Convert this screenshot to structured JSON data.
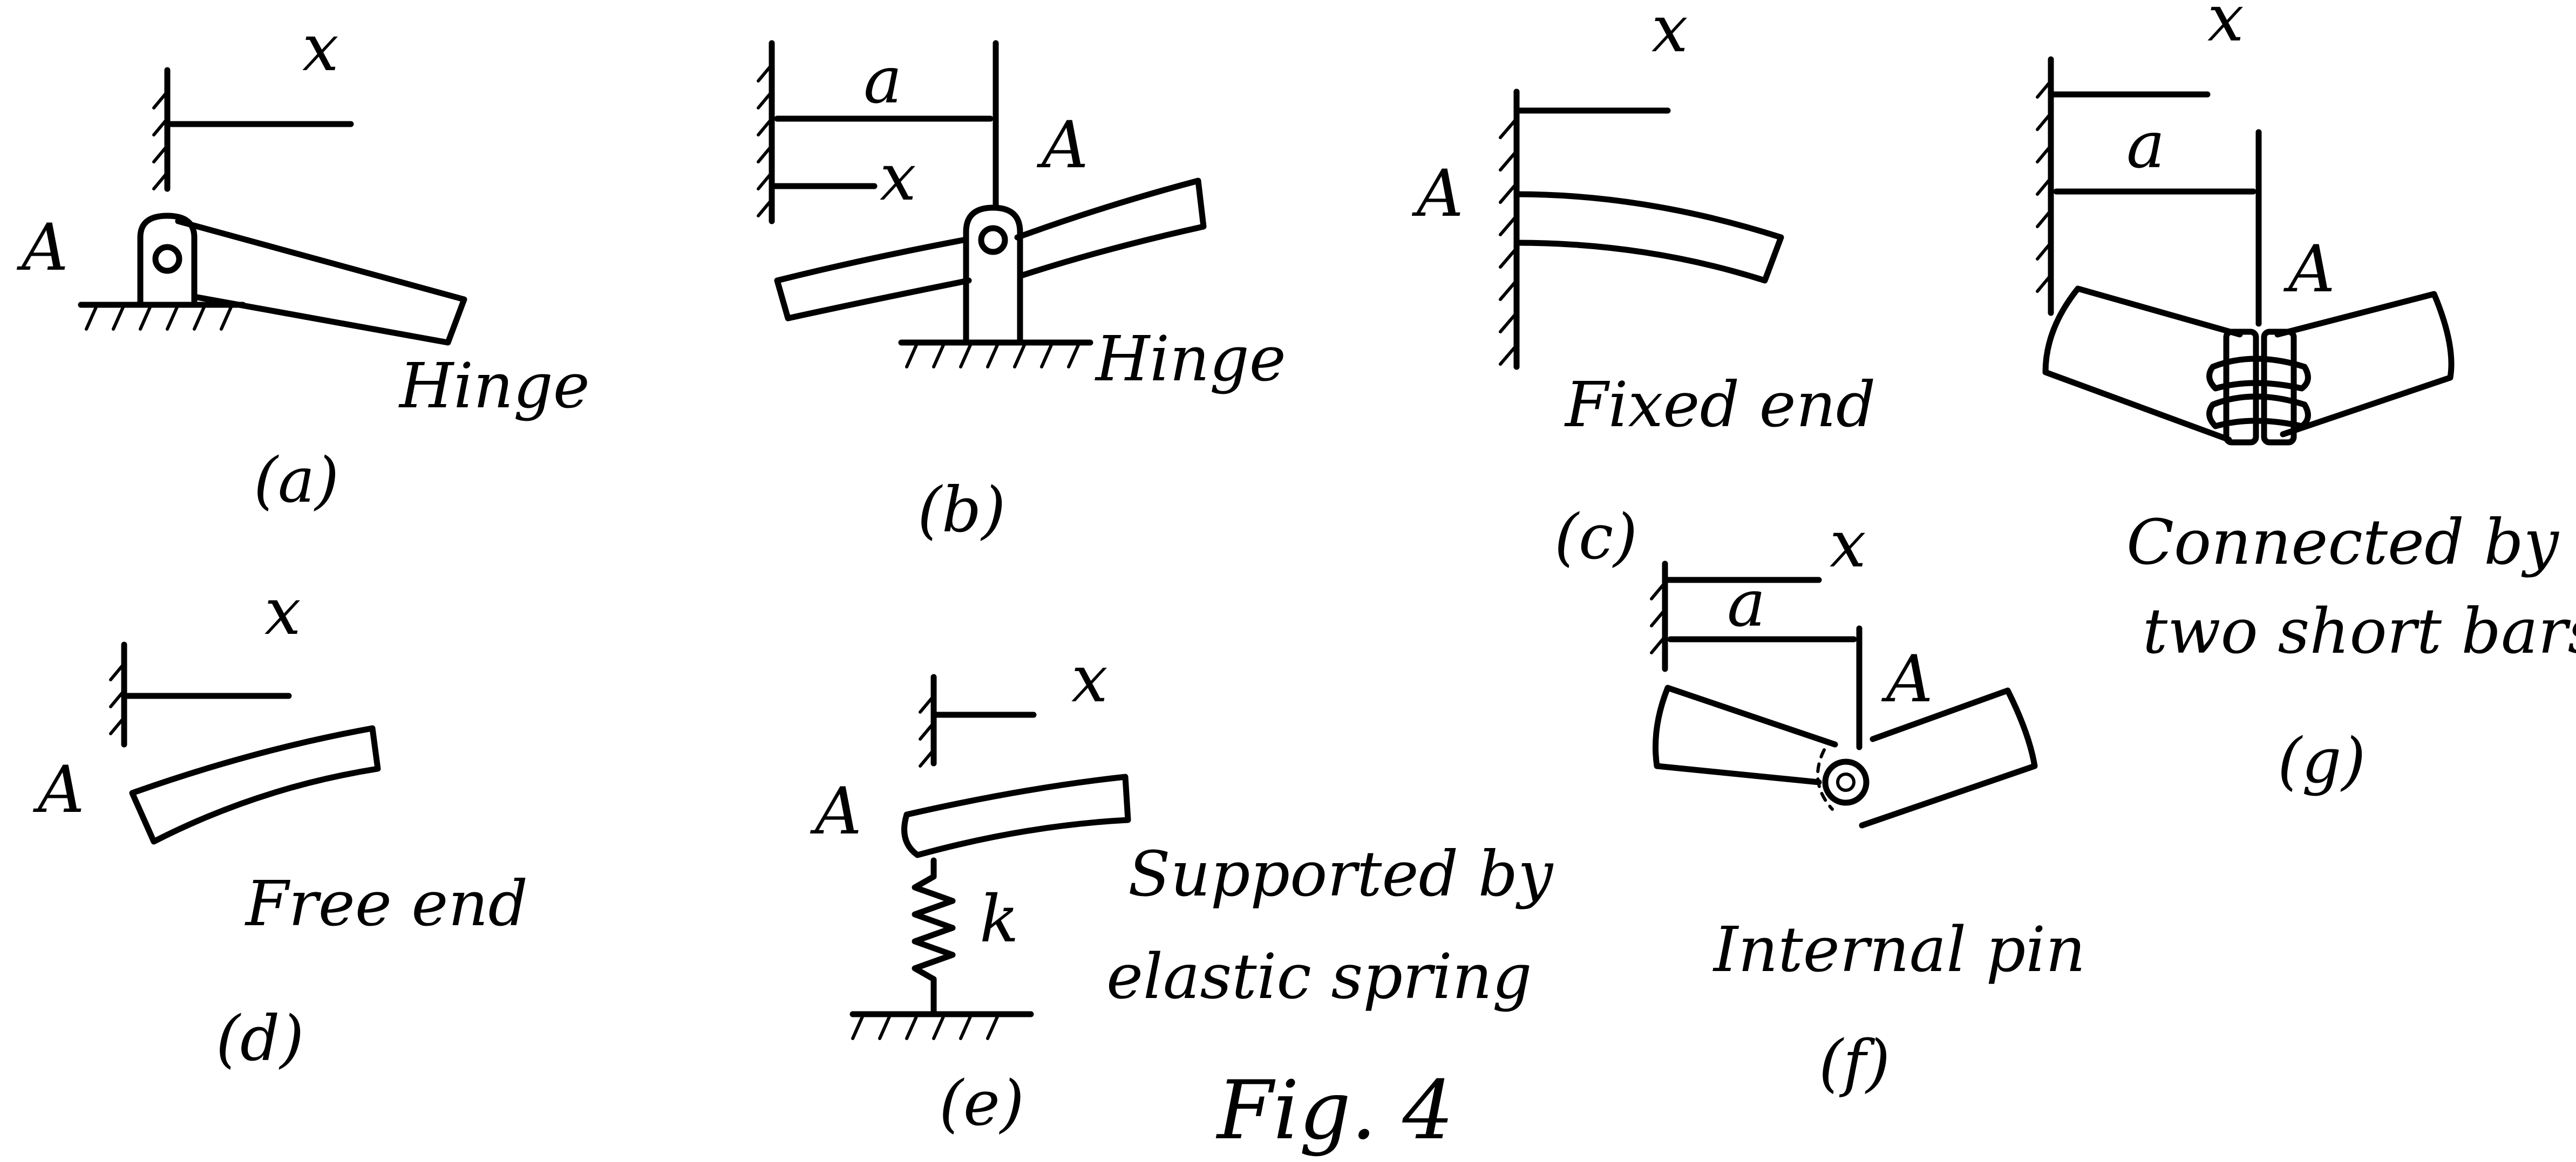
{
  "figure_caption": "Fig. 4",
  "colors": {
    "ink": "#000000",
    "paper": "#ffffff"
  },
  "panels": {
    "a": {
      "tag": "(a)",
      "point": "A",
      "coordinate": "x",
      "caption": "Hinge"
    },
    "b": {
      "tag": "(b)",
      "point": "A",
      "coordinate": "x",
      "dimension": "a",
      "caption": "Hinge"
    },
    "c": {
      "tag": "(c)",
      "point": "A",
      "coordinate": "x",
      "caption": "Fixed end"
    },
    "d": {
      "tag": "(d)",
      "point": "A",
      "coordinate": "x",
      "caption": "Free end"
    },
    "e": {
      "tag": "(e)",
      "point": "A",
      "coordinate": "x",
      "spring": "k",
      "caption_line1": "Supported by",
      "caption_line2": "elastic spring"
    },
    "f": {
      "tag": "(f)",
      "point": "A",
      "coordinate": "x",
      "dimension": "a",
      "caption": "Internal pin"
    },
    "g": {
      "tag": "(g)",
      "point": "A",
      "coordinate": "x",
      "dimension": "a",
      "caption_line1": "Connected by",
      "caption_line2": "two short bars"
    }
  }
}
